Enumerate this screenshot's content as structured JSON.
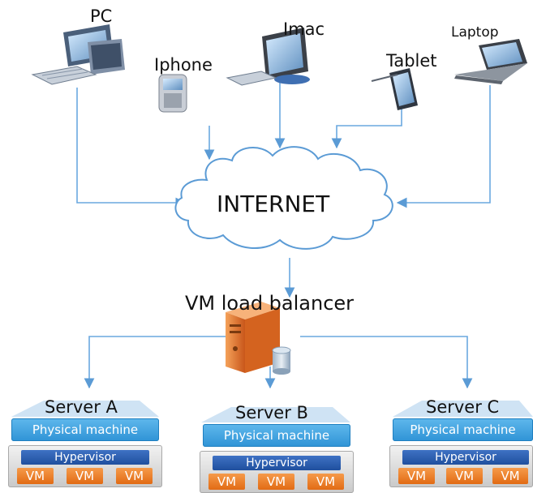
{
  "devices": {
    "pc": "PC",
    "iphone": "Iphone",
    "imac": "Imac",
    "tablet": "Tablet",
    "laptop": "Laptop"
  },
  "internet": "INTERNET",
  "load_balancer": "VM load balancer",
  "servers": [
    {
      "name": "Server A",
      "physical": "Physical machine",
      "hypervisor": "Hypervisor",
      "vms": [
        "VM",
        "VM",
        "VM"
      ]
    },
    {
      "name": "Server B",
      "physical": "Physical machine",
      "hypervisor": "Hypervisor",
      "vms": [
        "VM",
        "VM",
        "VM"
      ]
    },
    {
      "name": "Server C",
      "physical": "Physical machine",
      "hypervisor": "Hypervisor",
      "vms": [
        "VM",
        "VM",
        "VM"
      ]
    }
  ],
  "colors": {
    "connector": "#6aa8df",
    "cloud_stroke": "#5b9bd5",
    "physical_machine": "#3aa0e0",
    "hypervisor": "#2a5db0",
    "vm": "#ee7f2a",
    "server_tower": "#e8762a"
  }
}
